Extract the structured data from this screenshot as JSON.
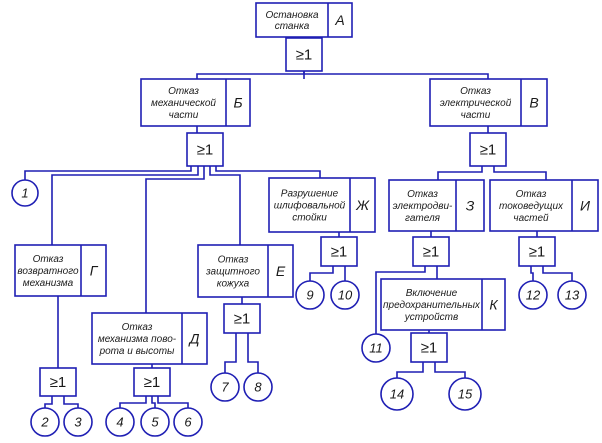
{
  "diagram": {
    "colors": {
      "line": "#1f1fb4",
      "text": "#1a1a1a",
      "background": "#ffffff"
    },
    "gate_symbol": "≥1",
    "events": {
      "A": {
        "letter": "А",
        "lines": [
          "Остановка",
          "станка"
        ]
      },
      "B": {
        "letter": "Б",
        "lines": [
          "Отказ",
          "механической",
          "части"
        ]
      },
      "V": {
        "letter": "В",
        "lines": [
          "Отказ",
          "электрической",
          "части"
        ]
      },
      "G": {
        "letter": "Г",
        "lines": [
          "Отказ",
          "возвратного",
          "механизма"
        ]
      },
      "D": {
        "letter": "Д",
        "lines": [
          "Отказ",
          "механизма пово-",
          "рота и высоты"
        ]
      },
      "E": {
        "letter": "Е",
        "lines": [
          "Отказ",
          "защитного",
          "кожуха"
        ]
      },
      "Zh": {
        "letter": "Ж",
        "lines": [
          "Разрушение",
          "шлифовальной",
          "стойки"
        ]
      },
      "Z": {
        "letter": "З",
        "lines": [
          "Отказ",
          "электродви-",
          "гателя"
        ]
      },
      "I": {
        "letter": "И",
        "lines": [
          "Отказ",
          "токоведущих",
          "частей"
        ]
      },
      "K": {
        "letter": "К",
        "lines": [
          "Включение",
          "предохранительных",
          "устройств"
        ]
      }
    },
    "leaves": [
      "1",
      "2",
      "3",
      "4",
      "5",
      "6",
      "7",
      "8",
      "9",
      "10",
      "11",
      "12",
      "13",
      "14",
      "15"
    ]
  }
}
